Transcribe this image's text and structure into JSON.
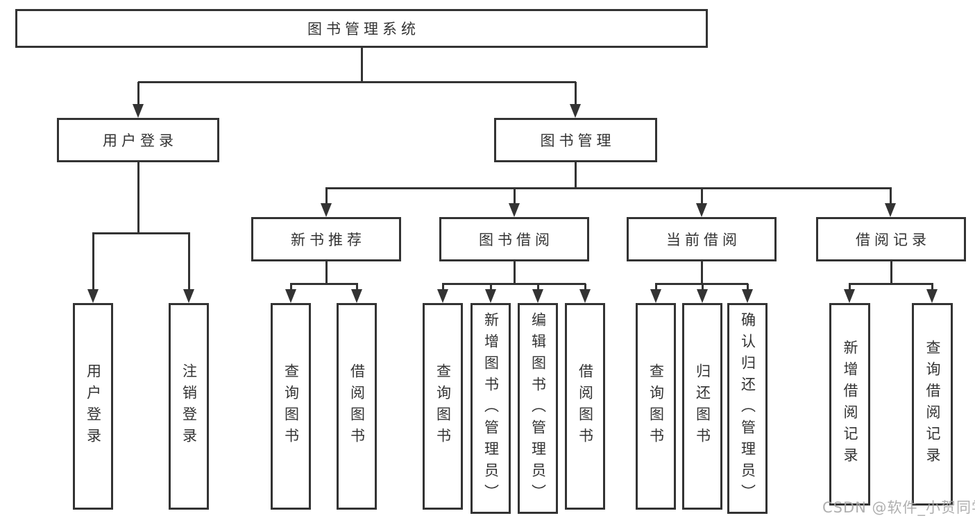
{
  "diagram": {
    "title": "图书管理系统",
    "root": {
      "label": "图书管理系统"
    },
    "level2": [
      {
        "label": "用户登录"
      },
      {
        "label": "图书管理"
      }
    ],
    "level3": [
      {
        "label": "新书推荐"
      },
      {
        "label": "图书借阅"
      },
      {
        "label": "当前借阅"
      },
      {
        "label": "借阅记录"
      }
    ],
    "leaves": {
      "login": [
        {
          "label": "用户登录"
        },
        {
          "label": "注销登录"
        }
      ],
      "new_book": [
        {
          "label": "查询图书"
        },
        {
          "label": "借阅图书"
        }
      ],
      "book_borrow": [
        {
          "label": "查询图书"
        },
        {
          "label": "新增图书（管理员）"
        },
        {
          "label": "编辑图书（管理员）"
        },
        {
          "label": "借阅图书"
        }
      ],
      "current_borrow": [
        {
          "label": "查询图书"
        },
        {
          "label": "归还图书"
        },
        {
          "label": "确认归还（管理员）"
        }
      ],
      "borrow_records": [
        {
          "label": "新增借阅记录"
        },
        {
          "label": "查询借阅记录"
        }
      ]
    }
  },
  "watermark": {
    "text": "CSDN @软件_小贺同学"
  },
  "colors": {
    "line": "#333333",
    "text": "#333333",
    "background": "#ffffff",
    "watermark": "#a6a6a6"
  }
}
